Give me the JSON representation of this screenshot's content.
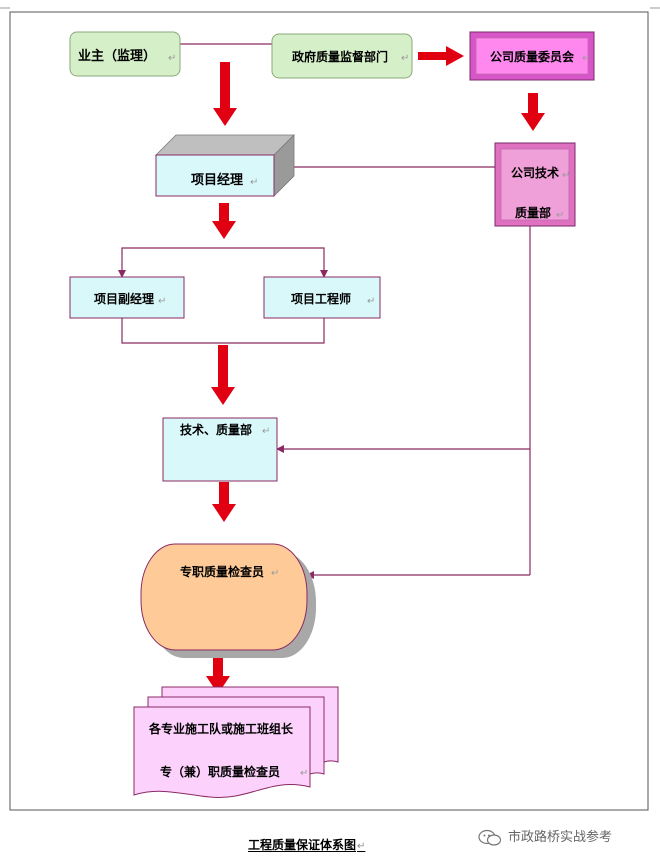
{
  "nodes": {
    "owner": "业主（监理）",
    "gov": "政府质量监督部门",
    "committee": "公司质量委员会",
    "tech_dept_line1": "公司技术",
    "tech_dept_line2": "质量部",
    "pm": "项目经理",
    "deputy_pm": "项目副经理",
    "engineer": "项目工程师",
    "tech_quality": "技术、质量部",
    "inspector": "专职质量检查员",
    "teams_line1": "各专业施工队或施工班组长",
    "teams_line2": "专（兼）职质量检查员"
  },
  "caption": "工程质量保证体系图",
  "watermark": "市政路桥实战参考",
  "colors": {
    "arrow_red": "#e00012",
    "line_purple": "#8b2a62",
    "green_fill": "#d5f0c8",
    "green_stroke": "#8aa878",
    "magenta_fill": "#ff88ee",
    "pink_fill": "#f0a0d8",
    "cyan_fill": "#d8f8fa",
    "peach_fill": "#fecb98",
    "lilac_fill": "#fcd2fc"
  }
}
